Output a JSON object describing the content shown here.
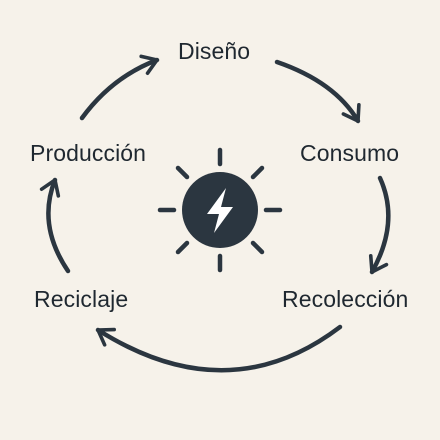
{
  "cycle": {
    "stages": {
      "diseno": "Diseño",
      "consumo": "Consumo",
      "recoleccion": "Recolección",
      "reciclaje": "Reciclaje",
      "produccion": "Producción"
    },
    "center_icon": "sun-lightning-bolt-icon",
    "arrow_icon": "curved-arrow-icon"
  },
  "colors": {
    "background": "#f6f2ea",
    "ink": "#2b3640"
  }
}
